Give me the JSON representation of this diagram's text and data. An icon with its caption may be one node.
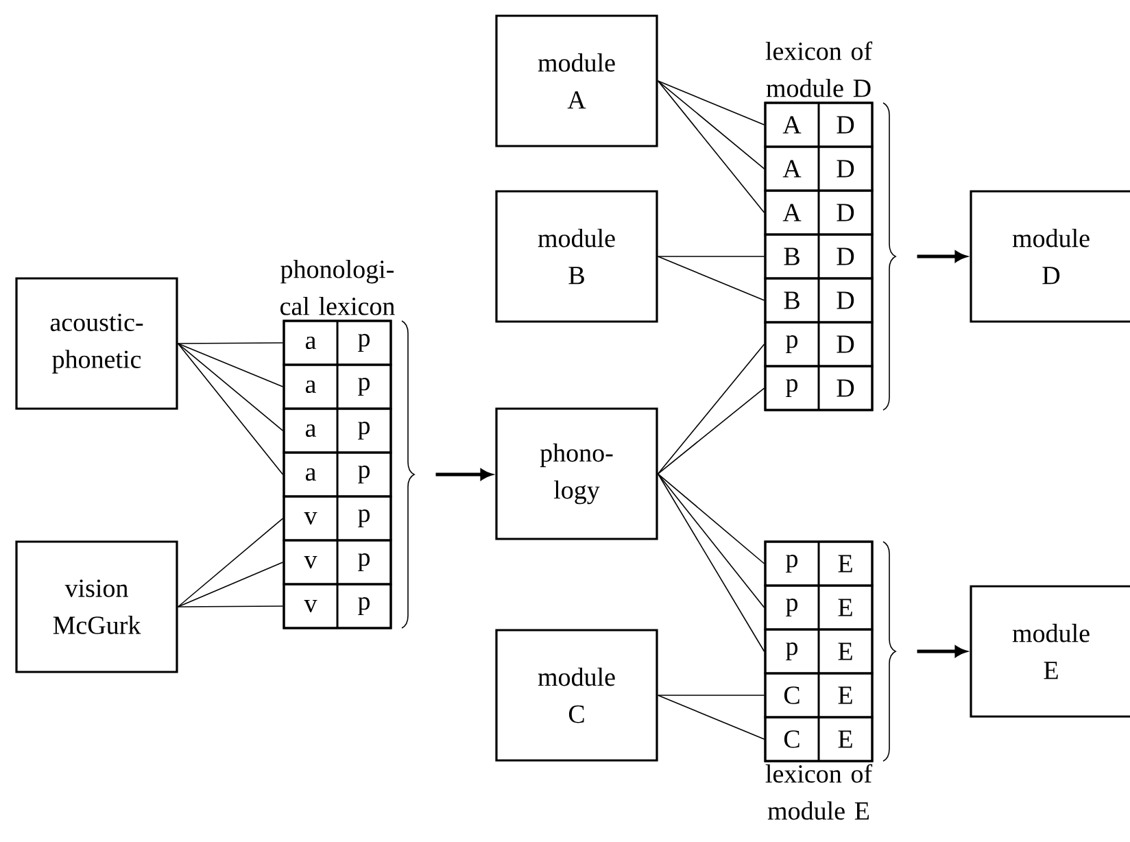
{
  "diagram": {
    "nodes": [
      {
        "text": [
          "acoustic- phonetic"
        ]
      },
      {
        "text": [
          "vision McGurk"
        ]
      },
      {
        "text": [
          "phonologi- cal lexicon"
        ]
      },
      {
        "text": [
          "a",
          "p"
        ],
        "in": 2
      },
      {
        "text": [
          "a",
          "p"
        ],
        "in": 2
      },
      {
        "text": [
          "a",
          "p"
        ],
        "in": 2
      },
      {
        "text": [
          "a",
          "p"
        ],
        "in": 2
      },
      {
        "text": [
          "v",
          "p"
        ],
        "in": 2
      },
      {
        "text": [
          "v",
          "p"
        ],
        "in": 2
      },
      {
        "text": [
          "v",
          "p"
        ],
        "in": 2
      },
      {
        "text": [
          "module A"
        ]
      },
      {
        "text": [
          "module B"
        ]
      },
      {
        "text": [
          "phono- logy"
        ]
      },
      {
        "text": [
          "module C"
        ]
      },
      {
        "text": [
          "lexicon of module D"
        ]
      },
      {
        "text": [
          "A",
          "D"
        ],
        "in": 14
      },
      {
        "text": [
          "A",
          "D"
        ],
        "in": 14
      },
      {
        "text": [
          "A",
          "D"
        ],
        "in": 14
      },
      {
        "text": [
          "B",
          "D"
        ],
        "in": 14
      },
      {
        "text": [
          "B",
          "D"
        ],
        "in": 14
      },
      {
        "text": [
          "p",
          "D"
        ],
        "in": 14
      },
      {
        "text": [
          "p",
          "D"
        ],
        "in": 14
      },
      {
        "text": [
          "lexicon of module E"
        ]
      },
      {
        "text": [
          "p",
          "E"
        ],
        "in": 22
      },
      {
        "text": [
          "p",
          "E"
        ],
        "in": 22
      },
      {
        "text": [
          "p",
          "E"
        ],
        "in": 22
      },
      {
        "text": [
          "C",
          "E"
        ],
        "in": 22
      },
      {
        "text": [
          "C",
          "E"
        ],
        "in": 22
      },
      {
        "text": [
          "module D"
        ]
      },
      {
        "text": [
          "module E"
        ]
      }
    ],
    "edges": [
      {
        "from": 0,
        "to": 3,
        "arrow": "none"
      },
      {
        "from": 0,
        "to": 4,
        "arrow": "none"
      },
      {
        "from": 0,
        "to": 5,
        "arrow": "none"
      },
      {
        "from": 0,
        "to": 6,
        "arrow": "none"
      },
      {
        "from": 1,
        "to": 7,
        "arrow": "none"
      },
      {
        "from": 1,
        "to": 8,
        "arrow": "none"
      },
      {
        "from": 1,
        "to": 9,
        "arrow": "none"
      },
      {
        "from": 2,
        "to": 12,
        "arrow": "to",
        "style": "thick"
      },
      {
        "from": 10,
        "to": 15,
        "arrow": "none"
      },
      {
        "from": 10,
        "to": 16,
        "arrow": "none"
      },
      {
        "from": 10,
        "to": 17,
        "arrow": "none"
      },
      {
        "from": 11,
        "to": 18,
        "arrow": "none"
      },
      {
        "from": 11,
        "to": 19,
        "arrow": "none"
      },
      {
        "from": 12,
        "to": 20,
        "arrow": "none"
      },
      {
        "from": 12,
        "to": 21,
        "arrow": "none"
      },
      {
        "from": 12,
        "to": 23,
        "arrow": "none"
      },
      {
        "from": 12,
        "to": 24,
        "arrow": "none"
      },
      {
        "from": 12,
        "to": 25,
        "arrow": "none"
      },
      {
        "from": 13,
        "to": 26,
        "arrow": "none"
      },
      {
        "from": 13,
        "to": 27,
        "arrow": "none"
      },
      {
        "from": 14,
        "to": 28,
        "arrow": "to",
        "style": "thick"
      },
      {
        "from": 22,
        "to": 29,
        "arrow": "to",
        "style": "thick"
      }
    ]
  }
}
